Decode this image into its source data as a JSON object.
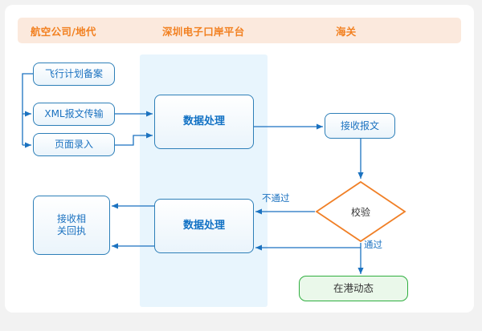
{
  "header": {
    "lanes": [
      {
        "label": "航空公司/地代"
      },
      {
        "label": "深圳电子口岸平台"
      },
      {
        "label": "海关"
      }
    ]
  },
  "colors": {
    "page_background": "#f2f2f2",
    "card_background": "#ffffff",
    "header_band": "#fbe9dd",
    "header_text": "#f28020",
    "lane_band": "#e8f5fd",
    "node_border_blue": "#2d7fb8",
    "node_text_blue": "#1b72c0",
    "process_text": "#1171c4",
    "decision_border": "#f07f26",
    "decision_text": "#333333",
    "terminal_border": "#2fae3f",
    "terminal_fill": "#eaf8ea",
    "connector": "#1b72c0"
  },
  "nodes": {
    "flight_plan": {
      "label": "飞行计划备案",
      "shape": "rounded-rect"
    },
    "xml_transfer": {
      "label": "XML报文传输",
      "shape": "rounded-rect"
    },
    "page_entry": {
      "label": "页面录入",
      "shape": "rounded-rect"
    },
    "process_top": {
      "label": "数据处理",
      "shape": "rounded-rect"
    },
    "receive_message": {
      "label": "接收报文",
      "shape": "rounded-rect"
    },
    "verify": {
      "label": "校验",
      "shape": "diamond"
    },
    "process_bottom": {
      "label": "数据处理",
      "shape": "rounded-rect"
    },
    "receipt": {
      "label": "接收相\n关回执",
      "shape": "rounded-rect"
    },
    "port_status": {
      "label": "在港动态",
      "shape": "rounded-rect"
    }
  },
  "edges": {
    "fail_label": "不通过",
    "pass_label": "通过"
  }
}
